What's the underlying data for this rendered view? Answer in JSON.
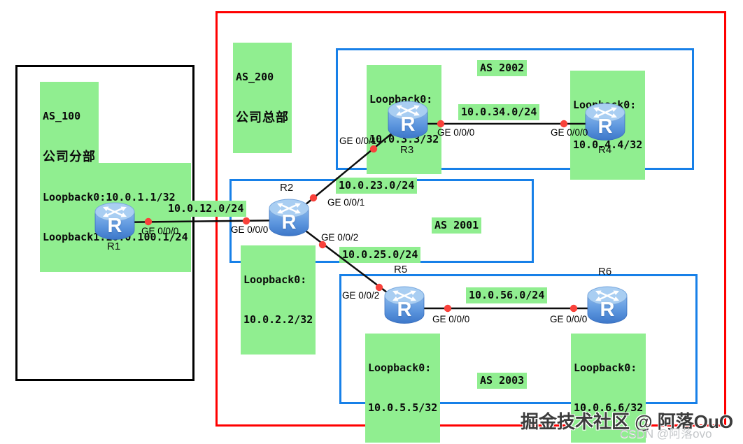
{
  "regions": {
    "as100": {
      "id_label": "AS_100",
      "name_label": "公司分部"
    },
    "as200": {
      "id_label": "AS_200",
      "name_label": "公司总部"
    },
    "as2001": {
      "label": "AS 2001"
    },
    "as2002": {
      "label": "AS 2002"
    },
    "as2003": {
      "label": "AS 2003"
    }
  },
  "routers": {
    "r1": {
      "name": "R1",
      "loopback_line1": "Loopback0:10.0.1.1/32",
      "loopback_line2": "Loopback1:10.0.100.1/24"
    },
    "r2": {
      "name": "R2",
      "loopback_line1": "Loopback0:",
      "loopback_line2": "10.0.2.2/32"
    },
    "r3": {
      "name": "R3",
      "loopback_line1": "Loopback0:",
      "loopback_line2": "10.0.3.3/32"
    },
    "r4": {
      "name": "R4",
      "loopback_line1": "Loopback0:",
      "loopback_line2": "10.0.4.4/32"
    },
    "r5": {
      "name": "R5",
      "loopback_line1": "Loopback0:",
      "loopback_line2": "10.0.5.5/32"
    },
    "r6": {
      "name": "R6",
      "loopback_line1": "Loopback0:",
      "loopback_line2": "10.0.6.6/32"
    }
  },
  "interfaces": {
    "r1_ge000": "GE 0/0/0",
    "r2_ge000": "GE 0/0/0",
    "r2_ge001": "GE 0/0/1",
    "r2_ge002": "GE 0/0/2",
    "r3_ge001": "GE 0/0/1",
    "r3_ge000": "GE 0/0/0",
    "r4_ge000": "GE 0/0/0",
    "r5_ge002": "GE 0/0/2",
    "r5_ge000": "GE 0/0/0",
    "r6_ge000": "GE 0/0/0"
  },
  "networks": {
    "r1_r2": "10.0.12.0/24",
    "r2_r3": "10.0.23.0/24",
    "r2_r5": "10.0.25.0/24",
    "r3_r4": "10.0.34.0/24",
    "r5_r6": "10.0.56.0/24"
  },
  "icons": {
    "router_letter": "R"
  },
  "watermarks": {
    "juejin": "掘金技术社区 @ 阿落OuO",
    "csdn": "CSDN @阿落ovo"
  },
  "colors": {
    "branch_border": "#000000",
    "hq_border": "#ff0000",
    "as_border": "#1780e8",
    "label_bg": "#90ee90",
    "link_line": "#0d0d0d",
    "port_dot": "#f9423b",
    "router_body": "#4f8ad6",
    "router_top": "#a9cef2"
  }
}
